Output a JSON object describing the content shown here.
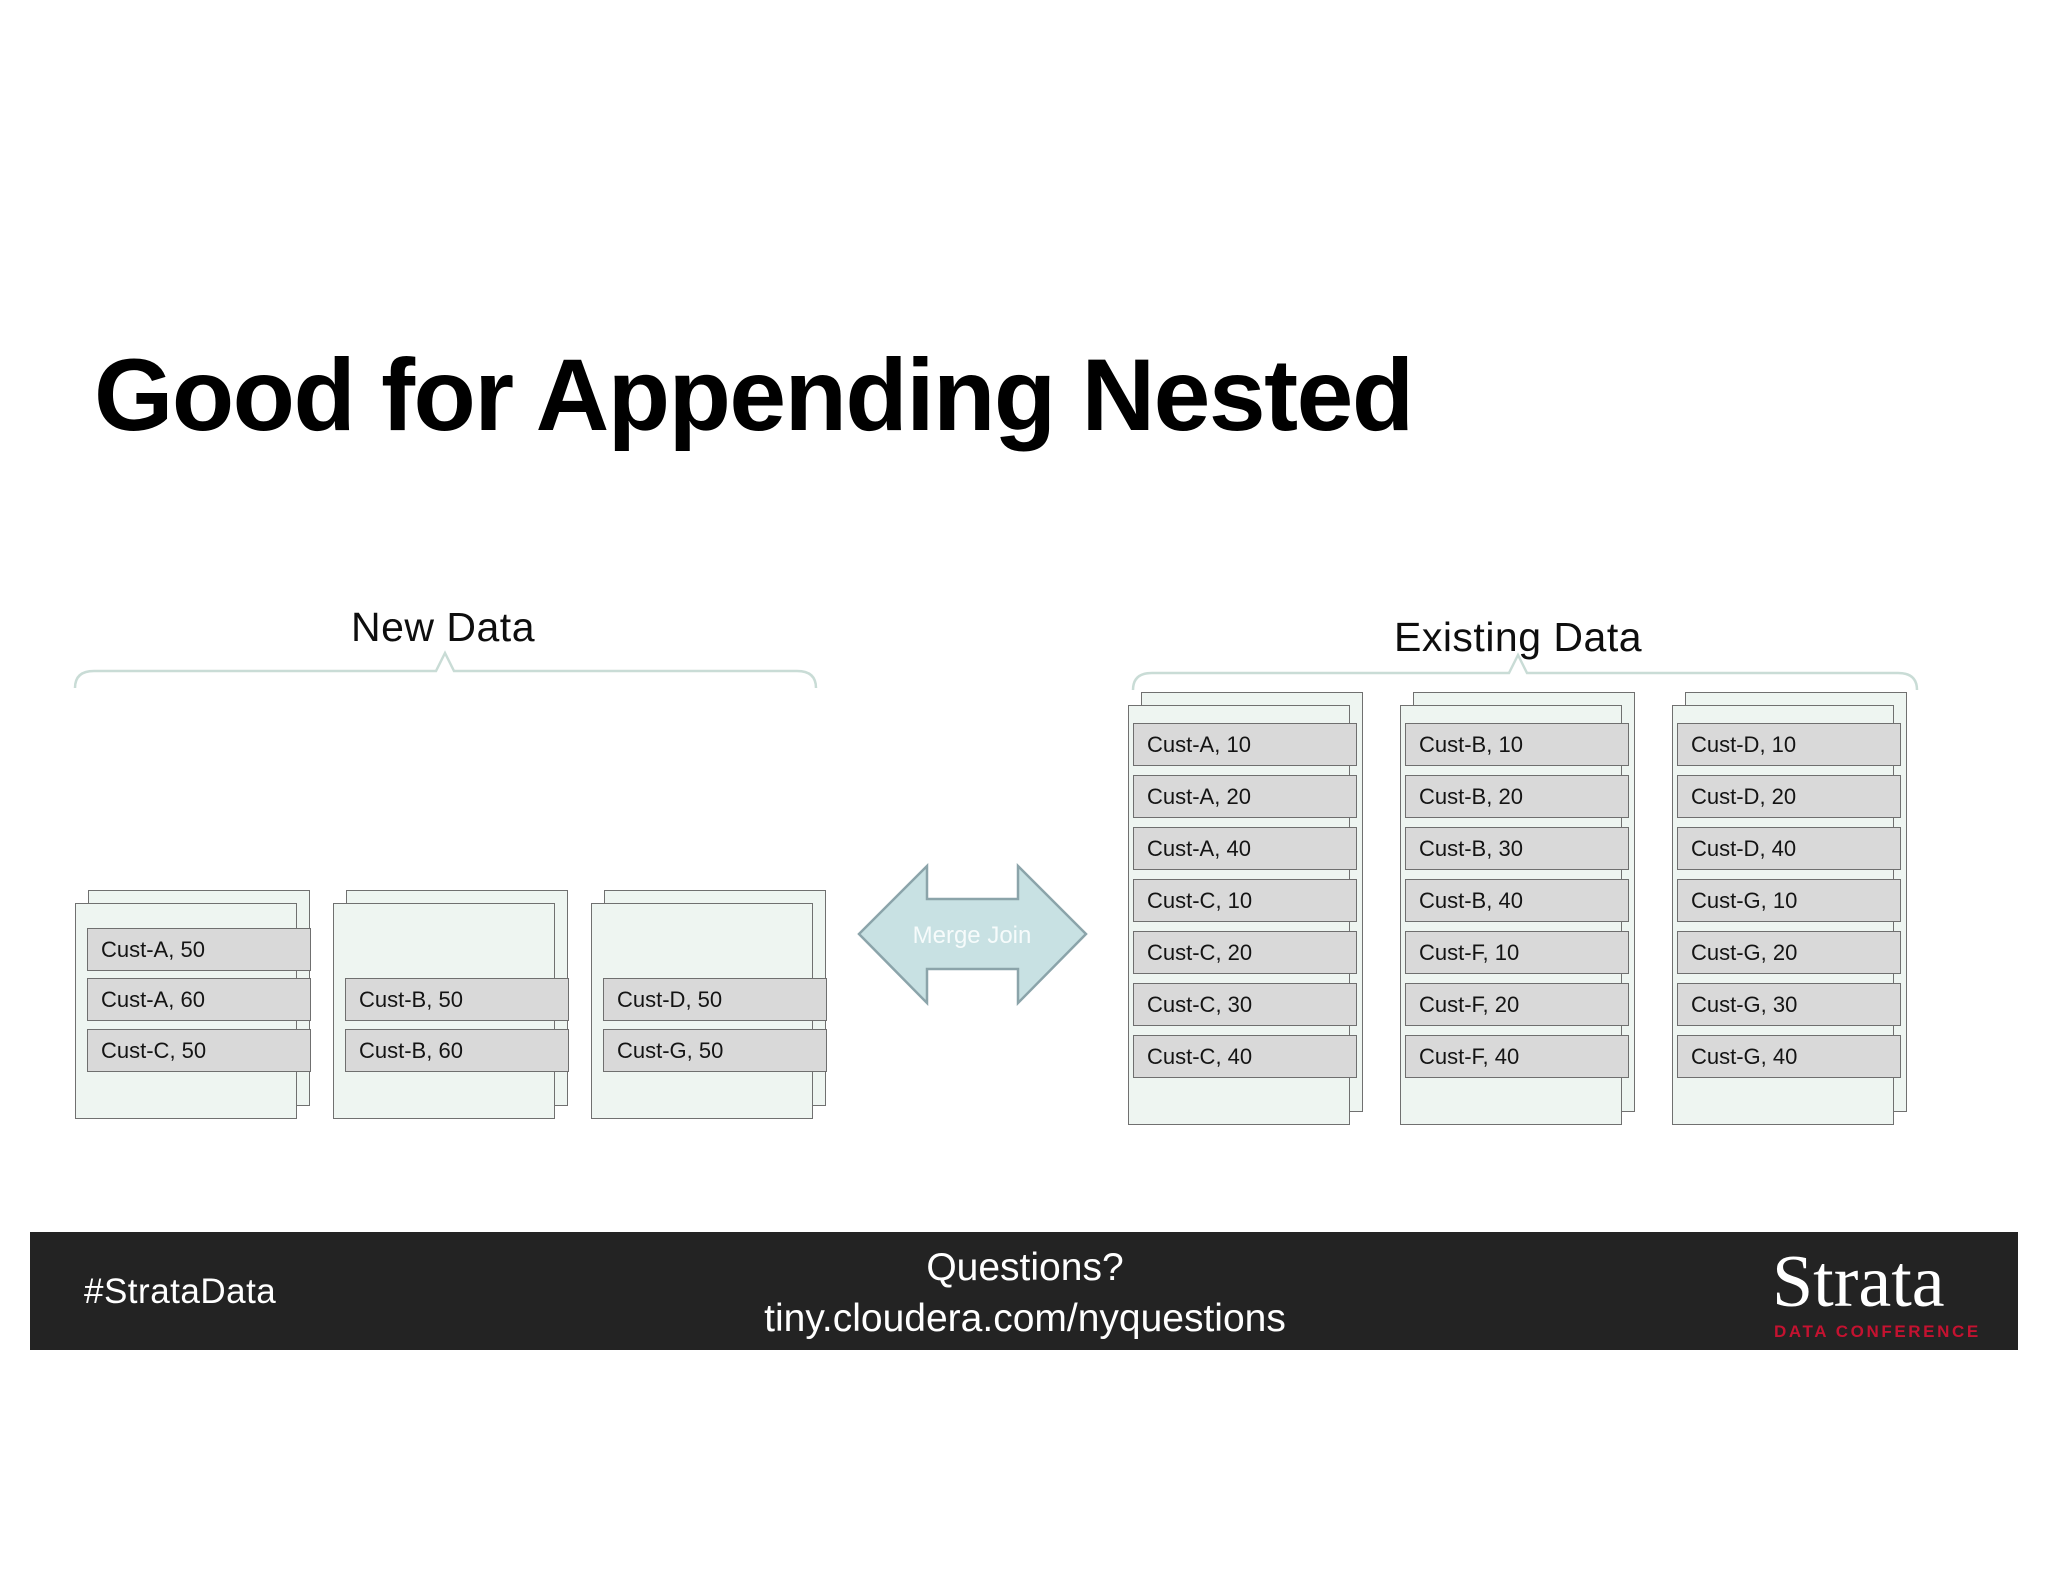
{
  "title": "Good for Appending Nested",
  "new_data": {
    "label": "New Data",
    "groups": [
      {
        "rows": [
          "Cust-A, 50",
          "Cust-A, 60",
          "Cust-C, 50"
        ]
      },
      {
        "rows": [
          "Cust-B, 50",
          "Cust-B, 60"
        ]
      },
      {
        "rows": [
          "Cust-D, 50",
          "Cust-G, 50"
        ]
      }
    ]
  },
  "existing_data": {
    "label": "Existing Data",
    "groups": [
      {
        "rows": [
          "Cust-A, 10",
          "Cust-A, 20",
          "Cust-A, 40",
          "Cust-C, 10",
          "Cust-C, 20",
          "Cust-C, 30",
          "Cust-C, 40"
        ]
      },
      {
        "rows": [
          "Cust-B, 10",
          "Cust-B, 20",
          "Cust-B, 30",
          "Cust-B, 40",
          "Cust-F, 10",
          "Cust-F, 20",
          "Cust-F, 40"
        ]
      },
      {
        "rows": [
          "Cust-D, 10",
          "Cust-D, 20",
          "Cust-D, 40",
          "Cust-G, 10",
          "Cust-G, 20",
          "Cust-G, 30",
          "Cust-G, 40"
        ]
      }
    ]
  },
  "merge_arrow": {
    "label": "Merge Join"
  },
  "footer": {
    "hashtag": "#StrataData",
    "question_line1": "Questions?",
    "question_line2": "tiny.cloudera.com/nyquestions",
    "logo_title": "Strata",
    "logo_subtitle": "DATA CONFERENCE"
  },
  "colors": {
    "arrow_fill": "#c8e1e3",
    "arrow_stroke": "#8ba4aa",
    "arrow_text": "#f6fbfb",
    "bracket": "#c9dcd6",
    "bar_background": "#232323",
    "logo_red": "#c41230",
    "row_fill": "#d9d9d9",
    "sheet_fill": "#eef5f1"
  }
}
